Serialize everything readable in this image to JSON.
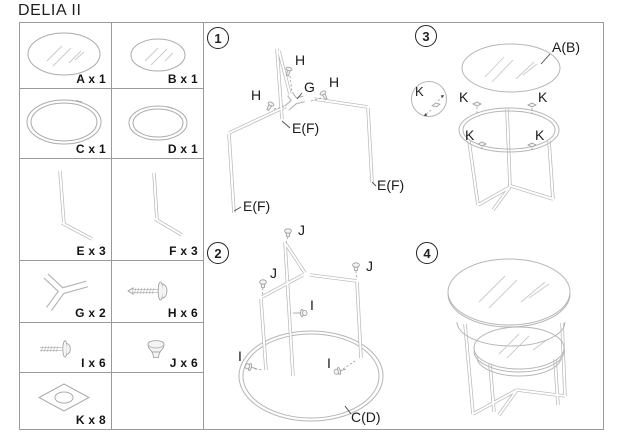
{
  "title": "DELIA II",
  "colors": {
    "line_gray": "#b6b6b6",
    "text_black": "#1b1b1b",
    "border_gray": "#9a9a9a"
  },
  "parts": [
    {
      "id": "A",
      "label": "A x 1",
      "icon": "glass-top-large-icon"
    },
    {
      "id": "B",
      "label": "B x 1",
      "icon": "glass-top-small-icon"
    },
    {
      "id": "C",
      "label": "C x 1",
      "icon": "ring-frame-large-icon"
    },
    {
      "id": "D",
      "label": "D x 1",
      "icon": "ring-frame-small-icon"
    },
    {
      "id": "E",
      "label": "E x 3",
      "icon": "leg-long-icon"
    },
    {
      "id": "F",
      "label": "F x 3",
      "icon": "leg-short-icon"
    },
    {
      "id": "G",
      "label": "G x 2",
      "icon": "y-connector-icon"
    },
    {
      "id": "H",
      "label": "H x 6",
      "icon": "screw-icon"
    },
    {
      "id": "I",
      "label": "I x 6",
      "icon": "bolt-icon"
    },
    {
      "id": "J",
      "label": "J x 6",
      "icon": "cap-glide-icon"
    },
    {
      "id": "K",
      "label": "K x 8",
      "icon": "adhesive-pad-icon"
    }
  ],
  "steps": [
    {
      "number": "1",
      "labels": {
        "h_top": "H",
        "h_left": "H",
        "h_right": "H",
        "g": "G",
        "ef_top": "E(F)",
        "ef_left": "E(F)",
        "ef_right": "E(F)"
      }
    },
    {
      "number": "2",
      "labels": {
        "j_top": "J",
        "j_left": "J",
        "j_right": "J",
        "i_mid": "I",
        "i_left": "I",
        "i_right": "I",
        "cd": "C(D)"
      }
    },
    {
      "number": "3",
      "labels": {
        "ab": "A(B)",
        "k_detail": "K",
        "k_back_left": "K",
        "k_back_right": "K",
        "k_front_left": "K",
        "k_front_right": "K"
      }
    },
    {
      "number": "4",
      "labels": {}
    }
  ]
}
